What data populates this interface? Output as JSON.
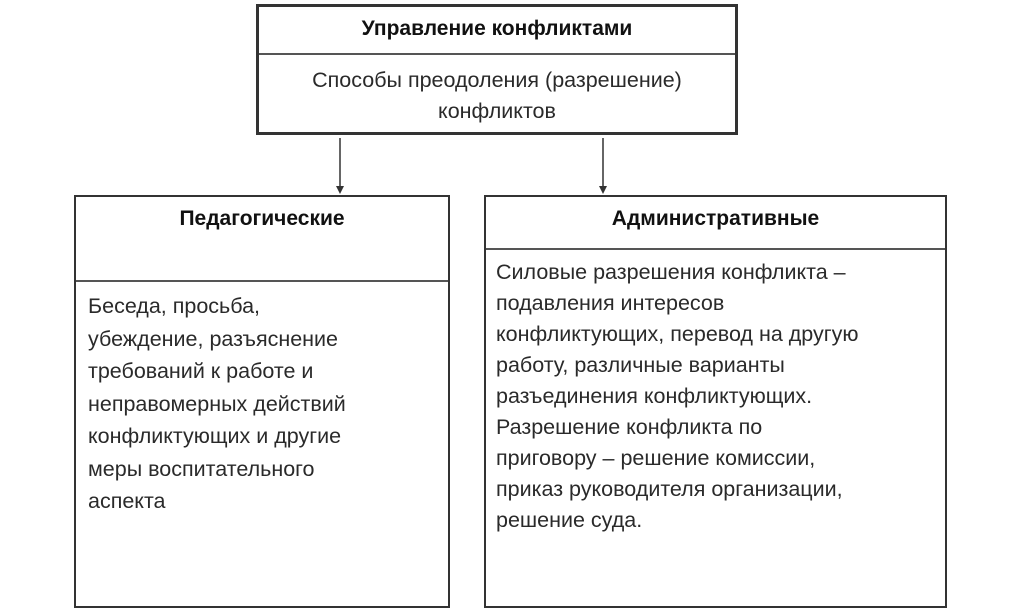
{
  "top": {
    "title": "Управление конфликтами",
    "subtitle_lines": [
      "Способы преодоления (разрешение)",
      "конфликтов"
    ]
  },
  "left": {
    "title": "Педагогические",
    "lines": [
      "Беседа, просьба,",
      "убеждение, разъяснение",
      "требований к работе и",
      "неправомерных действий",
      "конфликтующих и другие",
      "меры воспитательного",
      "аспекта"
    ]
  },
  "right": {
    "title": "Административные",
    "lines": [
      "Силовые разрешения конфликта –",
      "подавления интересов",
      "конфликтующих, перевод на другую",
      "работу, различные варианты",
      "разъединения конфликтующих.",
      "Разрешение конфликта по",
      "приговору – решение комиссии,",
      "приказ руководителя организации,",
      "решение суда."
    ]
  }
}
